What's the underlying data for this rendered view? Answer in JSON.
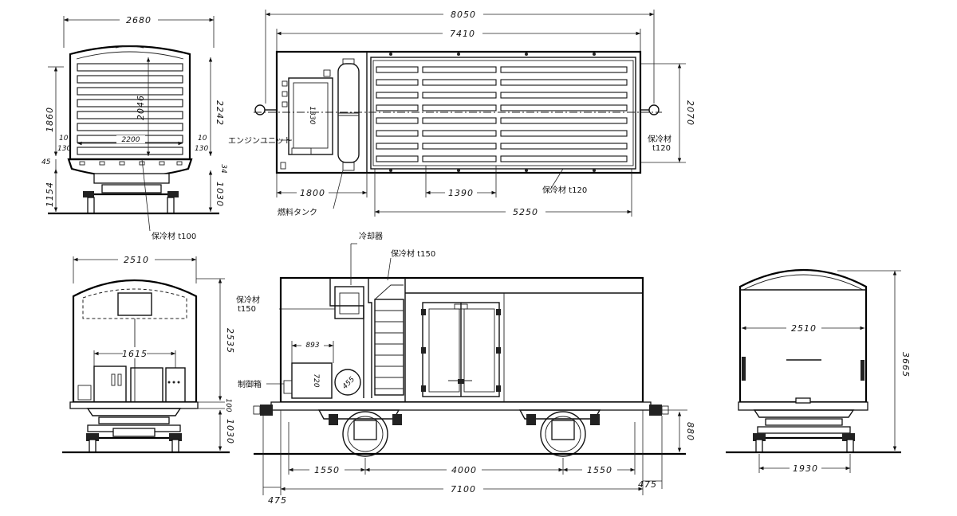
{
  "dimensions": {
    "end_top_width": "2680",
    "end_top_h1": "1860",
    "end_top_h2": "2242",
    "end_top_h3": "2046",
    "end_top_inner_w": "2200",
    "end_top_10a": "10",
    "end_top_130a": "130",
    "end_top_10b": "10",
    "end_top_130b": "130",
    "end_top_45": "45",
    "end_top_34": "34",
    "end_top_1154": "1154",
    "end_top_1030": "1030",
    "plan_total": "8050",
    "plan_body": "7410",
    "plan_width": "2070",
    "plan_1330": "1330",
    "plan_1800": "1800",
    "plan_1390": "1390",
    "plan_5250": "5250",
    "end_bottom_width": "2510",
    "end_bottom_1615": "1615",
    "end_bottom_2535": "2535",
    "end_bottom_100": "100",
    "end_bottom_1030": "1030",
    "side_893": "893",
    "side_720": "720",
    "side_455": "455",
    "side_1550a": "1550",
    "side_4000": "4000",
    "side_1550b": "1550",
    "side_7100": "7100",
    "side_475a": "475",
    "side_475b": "475",
    "side_880": "880",
    "rear_width": "2510",
    "rear_3665": "3665",
    "rear_1930": "1930"
  },
  "labels": {
    "insulation_100": "保冷材 t100",
    "engine_unit": "エンジンユニット",
    "fuel_tank": "燃料タンク",
    "insulation_120a": "保冷材 t120",
    "insulation_120b": "保冷材\nt120",
    "cooler": "冷却器",
    "insulation_150a": "保冷材 t150",
    "insulation_150b": "保冷材\nt150",
    "control_box": "制御箱"
  }
}
